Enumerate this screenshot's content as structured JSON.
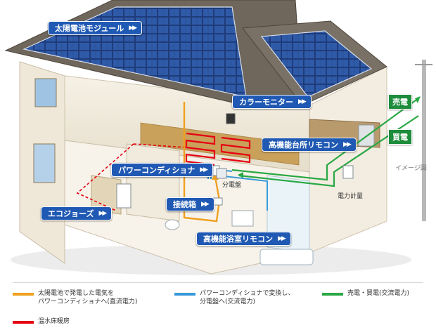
{
  "callouts": {
    "solar_module": "太陽電池モジュール",
    "color_monitor": "カラーモニター",
    "kitchen_remote": "高機能台所リモコン",
    "power_conditioner": "パワーコンディショナ",
    "junction_box": "接続箱",
    "bath_remote": "高機能浴室リモコン",
    "eco_jozu": "エコジョーズ"
  },
  "labels": {
    "sell": "売電",
    "buy": "買電",
    "distribution_board": "分電盤",
    "meter": "電力計量",
    "image_note": "イメージ図"
  },
  "legend": [
    {
      "color": "#f0a020",
      "text": "太陽電池で発電した電気を\nパワーコンディショナへ(直流電力)"
    },
    {
      "color": "#3a9ad9",
      "text": "パワーコンディショナで変換し、\n分電盤へ(交流電力)"
    },
    {
      "color": "#2aa845",
      "text": "売電・買電(交流電力)"
    },
    {
      "color": "#e60012",
      "text": "温水床暖房"
    }
  ],
  "colors": {
    "callout": "#2059b3",
    "dc_line": "#f0a020",
    "ac_line": "#3a9ad9",
    "grid_line": "#2aa845",
    "floor_heating": "#e60012"
  }
}
